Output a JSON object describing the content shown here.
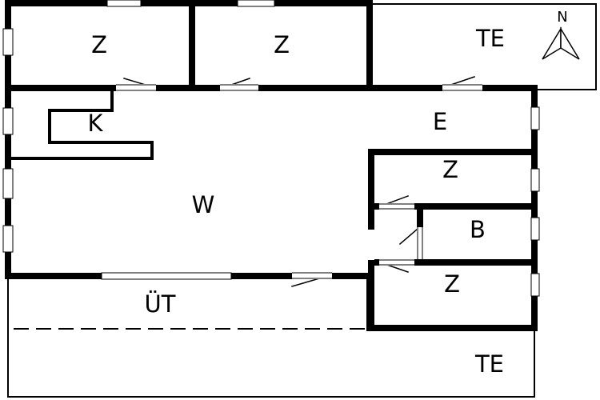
{
  "rooms": {
    "room_z_top_left": "Z",
    "room_z_top_center": "Z",
    "room_te_top_right": "TE",
    "room_k": "K",
    "room_e": "E",
    "room_w": "W",
    "room_z_right_upper": "Z",
    "room_b": "B",
    "room_z_right_lower": "Z",
    "room_ut": "ÜT",
    "room_te_bottom": "TE"
  },
  "compass": {
    "label": "N",
    "icon": "north-arrow-icon"
  },
  "colors": {
    "wall": "#000000",
    "background": "#ffffff"
  }
}
